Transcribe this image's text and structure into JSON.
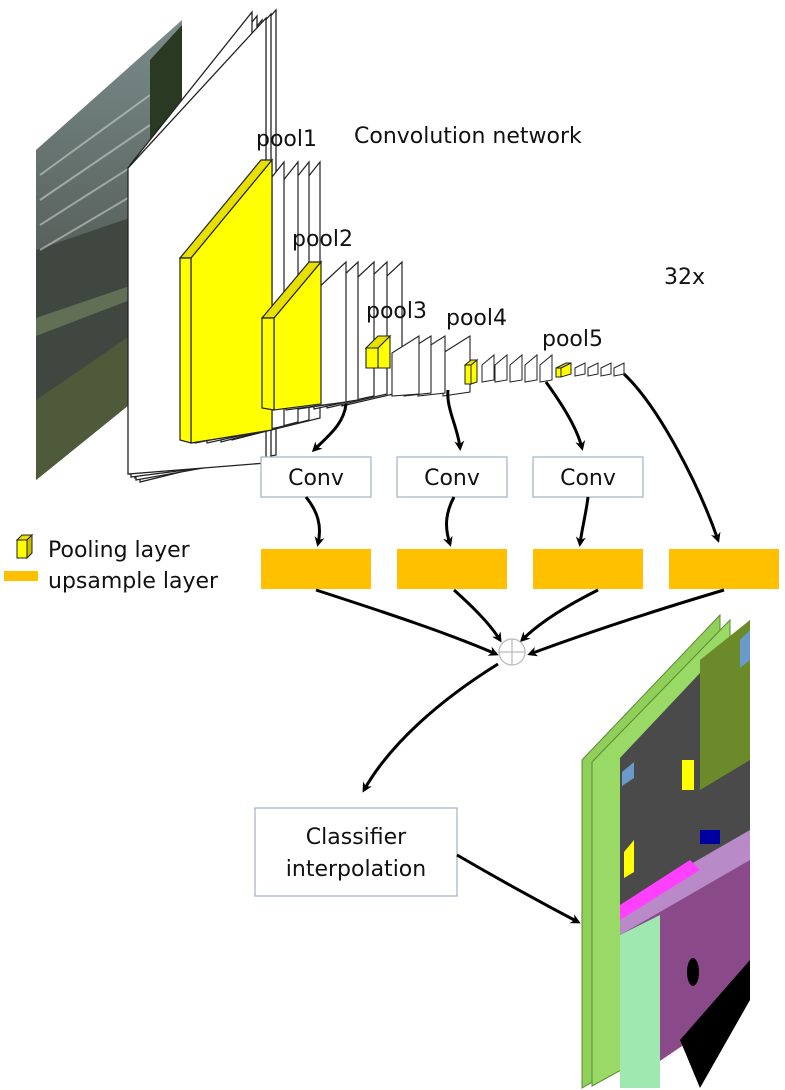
{
  "title": "Convolution network",
  "pool_labels": [
    "pool1",
    "pool2",
    "pool3",
    "pool4",
    "pool5"
  ],
  "scale_label": "32x",
  "conv_label": "Conv",
  "classifier_lines": [
    "Classifier",
    "interpolation"
  ],
  "legend": {
    "pooling": "Pooling layer",
    "upsample": "upsample layer"
  },
  "colors": {
    "pool_yellow": "#ffff00",
    "pool_yellow_dark": "#c8b400",
    "upsample_orange": "#ffc000",
    "road_purple": "#8a4a8a",
    "sky_gray": "#4a4a4a",
    "frame_green": "#8fcf5a"
  }
}
